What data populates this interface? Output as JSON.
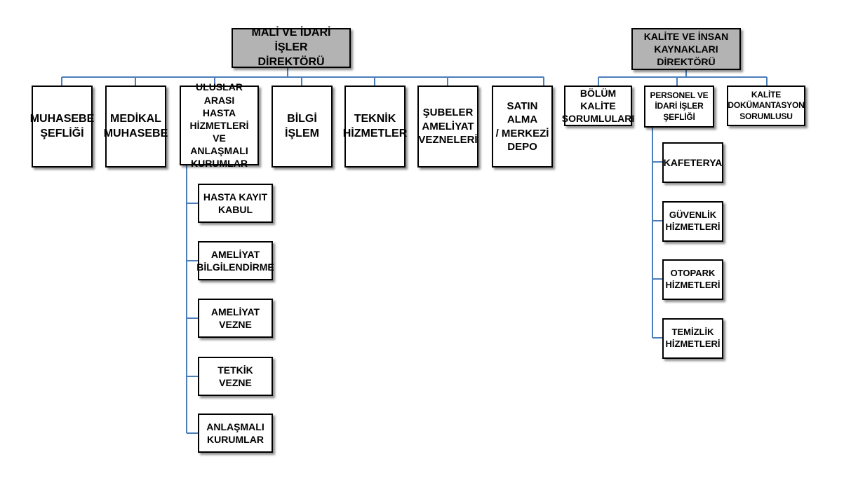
{
  "colors": {
    "connector": "#4a7ebb",
    "border": "#000000",
    "header_fill": "#b3b3b3",
    "box_fill": "#ffffff"
  },
  "left": {
    "director": "MALİ VE İDARİ İŞLER\nDİREKTÖRÜ",
    "units": [
      "MUHASEBE\nŞEFLİĞİ",
      "MEDİKAL\nMUHASEBE",
      "ULUSLAR ARASI\nHASTA\nHİZMETLERİ VE\nANLAŞMALI\nKURUMLAR",
      "BİLGİ İŞLEM",
      "TEKNİK\nHİZMETLER",
      "ŞUBELER\nAMELİYAT\nVEZNELERİ",
      "SATIN ALMA\n/ MERKEZİ\nDEPO"
    ],
    "sub_units": [
      "HASTA KAYIT\nKABUL",
      "AMELİYAT\nBİLGİLENDİRME",
      "AMELİYAT VEZNE",
      "TETKİK VEZNE",
      "ANLAŞMALI\nKURUMLAR"
    ]
  },
  "right": {
    "director": "KALİTE VE İNSAN\nKAYNAKLARI DİREKTÖRÜ",
    "units": [
      "BÖLÜM KALİTE\nSORUMLULARI",
      "PERSONEL VE\nİDARİ İŞLER\nŞEFLİĞİ",
      "KALİTE\nDOKÜMANTASYON\nSORUMLUSU"
    ],
    "sub_units": [
      "KAFETERYA",
      "GÜVENLİK\nHİZMETLERİ",
      "OTOPARK\nHİZMETLERİ",
      "TEMİZLİK\nHİZMETLERİ"
    ]
  }
}
